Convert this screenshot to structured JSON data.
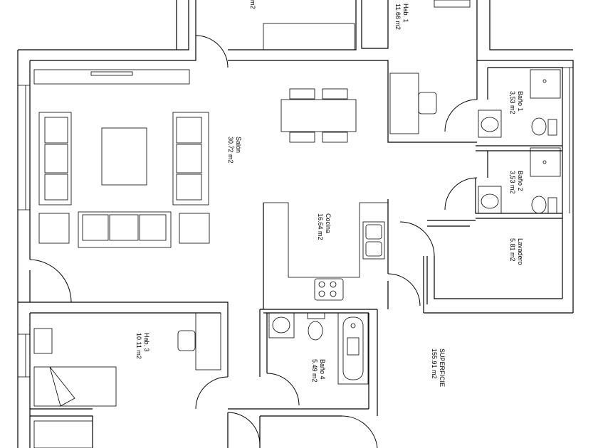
{
  "rooms": {
    "hab1": {
      "name": "Hab. 1",
      "area": "11.66 m2"
    },
    "hab2_area": "m2",
    "salon": {
      "name": "Salón",
      "area": "30.72 m2"
    },
    "cocina": {
      "name": "Cocina",
      "area": "16.64 m2"
    },
    "bano1": {
      "name": "Baño 1",
      "area": "3,53 m2"
    },
    "bano2": {
      "name": "Baño 2",
      "area": "3,53 m2"
    },
    "lavadero": {
      "name": "Lavadero",
      "area": "5.81 m2"
    },
    "hab3": {
      "name": "Hab. 3",
      "area": "10.11 m2"
    },
    "bano4": {
      "name": "Baño 4",
      "area": "5.49 m2"
    }
  },
  "superficie": {
    "label": "SUPERFICIE",
    "value": "155.91 m2"
  }
}
